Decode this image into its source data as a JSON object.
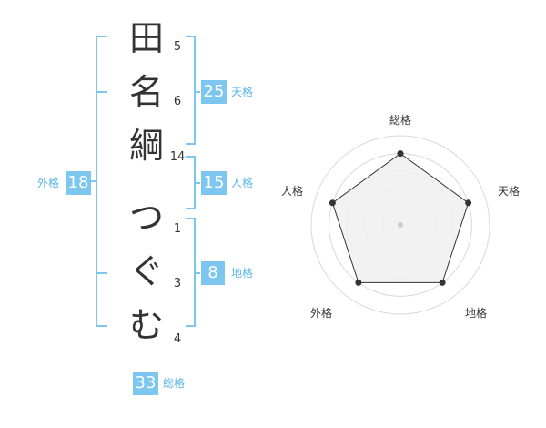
{
  "name": {
    "chars": [
      "田",
      "名",
      "綱",
      "つ",
      "ぐ",
      "む"
    ],
    "strokes": [
      "5",
      "6",
      "14",
      "1",
      "3",
      "4"
    ]
  },
  "kaku": {
    "tenkaku": {
      "value": "25",
      "label": "天格"
    },
    "jinkaku": {
      "value": "15",
      "label": "人格"
    },
    "chikaku": {
      "value": "8",
      "label": "地格"
    },
    "gaikaku": {
      "value": "18",
      "label": "外格"
    },
    "soukaku": {
      "value": "33",
      "label": "総格"
    }
  },
  "chart_data": {
    "type": "radar",
    "axes": [
      "総格",
      "天格",
      "地格",
      "外格",
      "人格"
    ],
    "values": [
      4,
      4,
      4,
      4,
      4
    ],
    "max": 5,
    "rings": 5
  },
  "colors": {
    "accent": "#7dc6f0",
    "accent_text": "#58b6e8",
    "bracket": "#7dc6f0",
    "radar_fill": "#f0f0f0",
    "radar_line": "#333333"
  }
}
